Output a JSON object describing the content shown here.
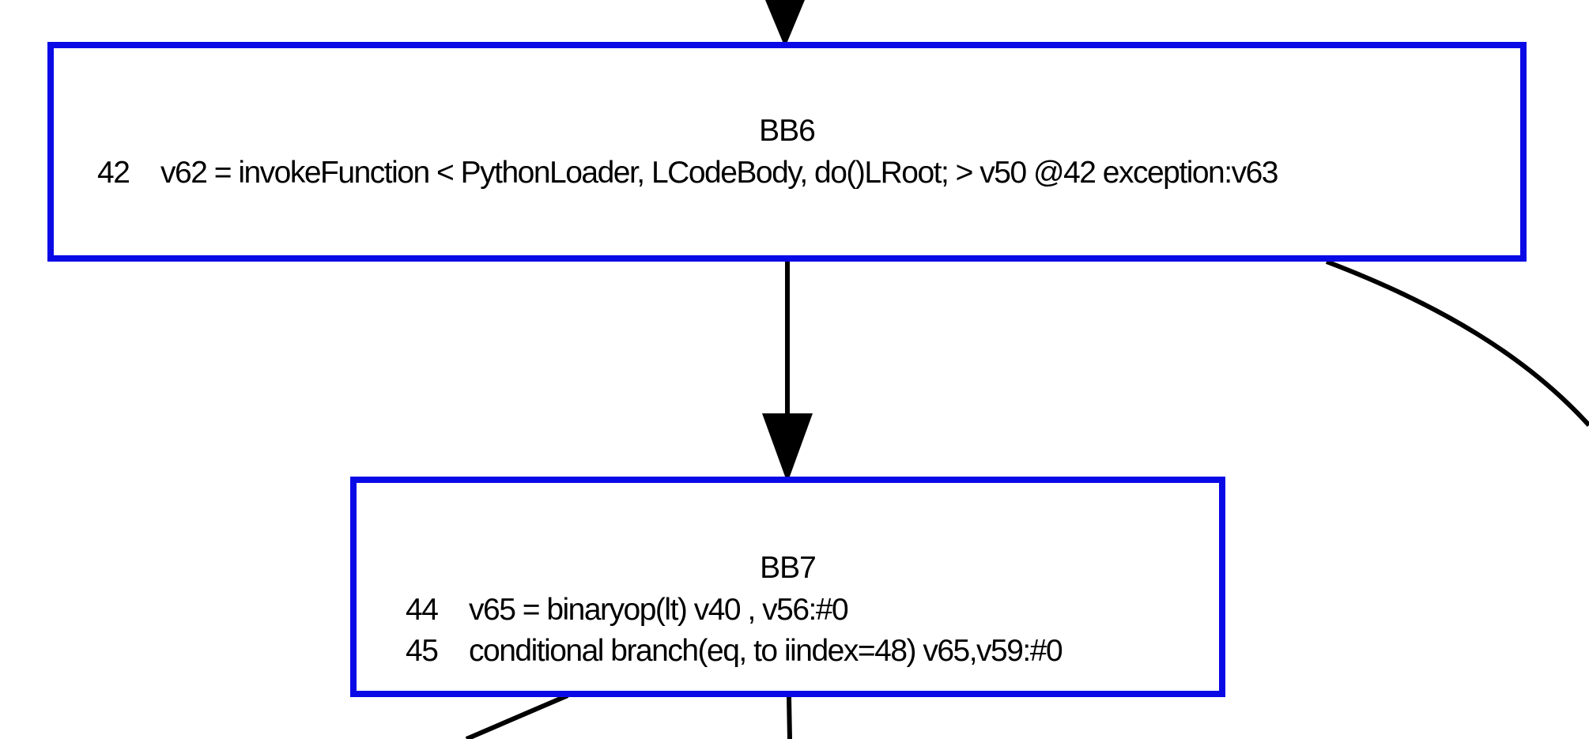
{
  "diagram": {
    "colors": {
      "node_border": "#0a0ae6",
      "edge": "#000000",
      "background": "#ffffff"
    },
    "nodes": [
      {
        "id": "BB6",
        "title": "BB6",
        "lines": [
          {
            "num": "42",
            "text": "v62 = invokeFunction < PythonLoader, LCodeBody, do()LRoot; > v50 @42 exception:v63"
          }
        ]
      },
      {
        "id": "BB7",
        "title": "BB7",
        "lines": [
          {
            "num": "44",
            "text": "v65 = binaryop(lt) v40 , v56:#0"
          },
          {
            "num": "45",
            "text": "conditional branch(eq, to iindex=48) v65,v59:#0"
          }
        ]
      }
    ],
    "edges": [
      {
        "from": "",
        "to": "BB6"
      },
      {
        "from": "BB6",
        "to": "BB7"
      },
      {
        "from": "BB6",
        "to": ""
      },
      {
        "from": "BB7",
        "to": ""
      },
      {
        "from": "BB7",
        "to": ""
      }
    ]
  }
}
